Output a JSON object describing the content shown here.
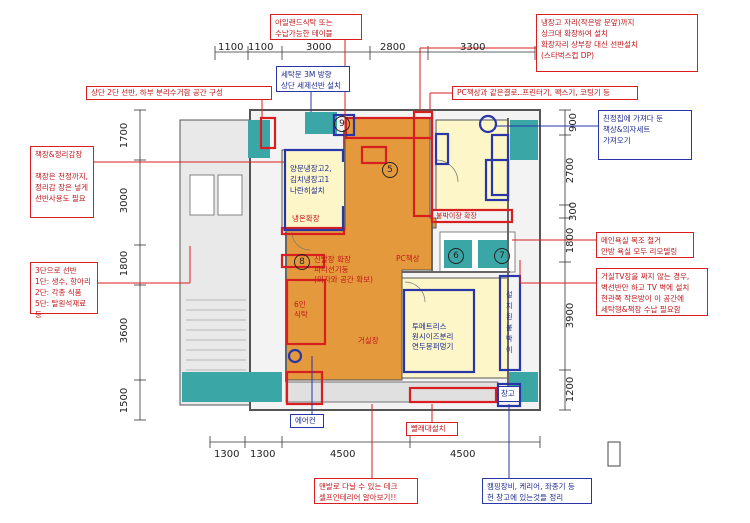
{
  "dimensions": {
    "top": [
      "1100",
      "1100",
      "3000",
      "2800",
      "3300"
    ],
    "bottom": [
      "1300",
      "1300",
      "4500",
      "4500"
    ],
    "left": [
      "1700",
      "3000",
      "1800",
      "3600",
      "1500"
    ],
    "right": [
      "900",
      "2700",
      "300",
      "1800",
      "3900",
      "1200"
    ]
  },
  "room_numbers": [
    "9",
    "5",
    "8",
    "6",
    "7"
  ],
  "annotations": {
    "top_center": "아일랜드식탁 또는\n수납가능한 테이블",
    "top_right": "냉장고 자리(작은방 문앞)까지\n싱크대 확장하여 설치\n확장자리 상부장 대신 선반설치\n(스타벅스컵 DP)",
    "laundry_shelf": "세탁문 3M 방향\n상단 세제선반 설치",
    "upper_left": "상단 2단 선반, 하부 분리수거함 공간 구성",
    "pc_desk": "PC책상과 같은결로..프린터기, 팩스기, 코팅기 등",
    "desk_chair": "친정집에 가져다 둔\n책상&의자세트\n가져오기",
    "bookshelf": "책장&정리감장\n\n책장은 천정까지,\n정리감 장은 넣게\n선반사용도 필요",
    "fridges": "양문냉장고2,\n김치냉장고1\n나란히설치",
    "fridge_wall": "냉온확장",
    "builtin": "붙박이장 확장",
    "bathroom_door": "메인욕실 목조 철거\n안방 욕실 모두 리모델링",
    "shelf_3tier": "3단으로 선반\n1단: 생수, 항아리\n2단: 각종 식품\n5단: 탈원석재료 등",
    "living_sink": "신발장 확장\n파티션기둥\n(의자와 공간 확보)",
    "pc_desk_label": "PC책상",
    "tv_wall": "거실TV장을 짜지 않는 경우,\n벽선반만 하고 TV 벽에 설치\n현관쪽 작은방이 이 공간에\n세탁형&책장 수납 필요함",
    "dining_table": "6인\n식탁",
    "living": "거실장",
    "bedroom_furniture": "투메트리스\n원시이즈분리\n연두몽퍼멍기",
    "builtin_v": "설\n치\n된\n붙\n박\n이",
    "aircon": "에어컨",
    "laundry_bottom": "빨래대설치",
    "storage": "창고",
    "camping": "캠핑장비, 케리어, 좌종기 등\n헌 창고에 있는것들 정리",
    "deck": "맨발로 다닐 수 있는 데크\n셀프인테리어 알아보기!!"
  },
  "colors": {
    "red": "#d81e1e",
    "blue": "#2836a8",
    "floor_orange": "#e49a3c",
    "floor_cream": "#fdf6c8",
    "tile_teal": "#3aa6a6",
    "wall": "#8a8a8a"
  }
}
